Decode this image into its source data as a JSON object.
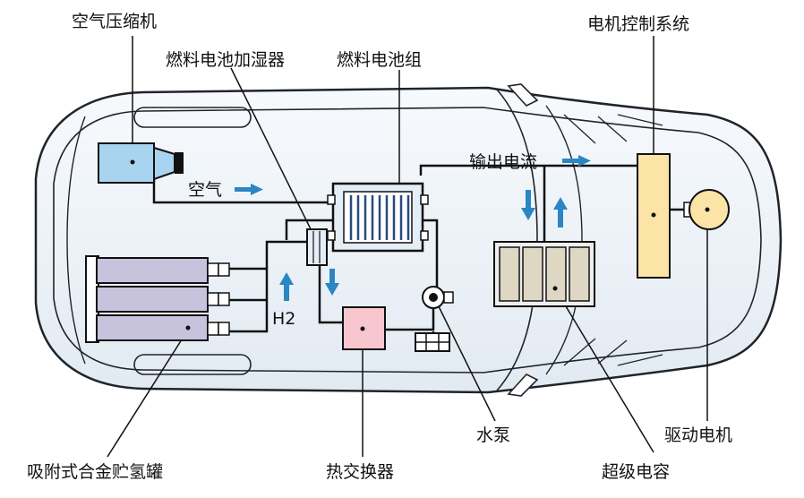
{
  "labels": {
    "air_compressor": "空气压缩机",
    "fc_humidifier": "燃料电池加湿器",
    "fc_stack": "燃料电池组",
    "motor_control": "电机控制系统",
    "h2_tank": "吸附式合金贮氢罐",
    "heat_exchanger": "热交换器",
    "water_pump": "水泵",
    "ultracapacitor": "超级电容",
    "drive_motor": "驱动电机"
  },
  "flows": {
    "air": "空气",
    "h2": "H2",
    "output_current": "输出电流"
  },
  "colors": {
    "line": "#111111",
    "arrow": "#2a86c4",
    "car_fill": "#eef3f8",
    "car_stroke": "#20242a",
    "compressor_fill": "#a8d4f0",
    "tank_fill": "#c7c3dc",
    "heat_exchanger_fill": "#f8c6cf",
    "controller_fill": "#fbe4a6",
    "motor_fill": "#fbe4a6",
    "capacitor_fill": "#ddd7c4",
    "stack_fill": "#e4eef7"
  }
}
